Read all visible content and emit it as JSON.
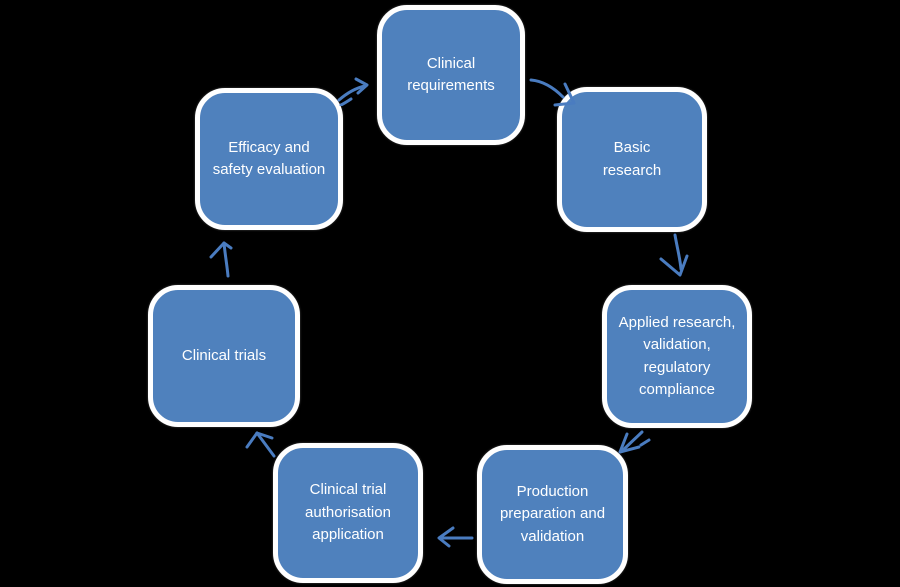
{
  "diagram": {
    "type": "cycle",
    "background_color": "#000000",
    "node_fill_color": "#4f81bd",
    "node_border_color": "#ffffff",
    "node_text_color": "#ffffff",
    "arrow_color": "#4a7cc0",
    "nodes": [
      {
        "id": "clinical-requirements",
        "label": "Clinical\nrequirements"
      },
      {
        "id": "basic-research",
        "label": "Basic\nresearch"
      },
      {
        "id": "applied-research",
        "label": "Applied research,\nvalidation,\nregulatory\ncompliance"
      },
      {
        "id": "production-preparation",
        "label": "Production\npreparation and\nvalidation"
      },
      {
        "id": "clinical-trial-authorisation",
        "label": "Clinical trial\nauthorisation\napplication"
      },
      {
        "id": "clinical-trials",
        "label": "Clinical trials"
      },
      {
        "id": "efficacy-safety-evaluation",
        "label": "Efficacy and\nsafety evaluation"
      }
    ],
    "edges": [
      {
        "from": "clinical-requirements",
        "to": "basic-research"
      },
      {
        "from": "basic-research",
        "to": "applied-research"
      },
      {
        "from": "applied-research",
        "to": "production-preparation"
      },
      {
        "from": "production-preparation",
        "to": "clinical-trial-authorisation"
      },
      {
        "from": "clinical-trial-authorisation",
        "to": "clinical-trials"
      },
      {
        "from": "clinical-trials",
        "to": "efficacy-safety-evaluation"
      },
      {
        "from": "efficacy-safety-evaluation",
        "to": "clinical-requirements"
      }
    ]
  }
}
